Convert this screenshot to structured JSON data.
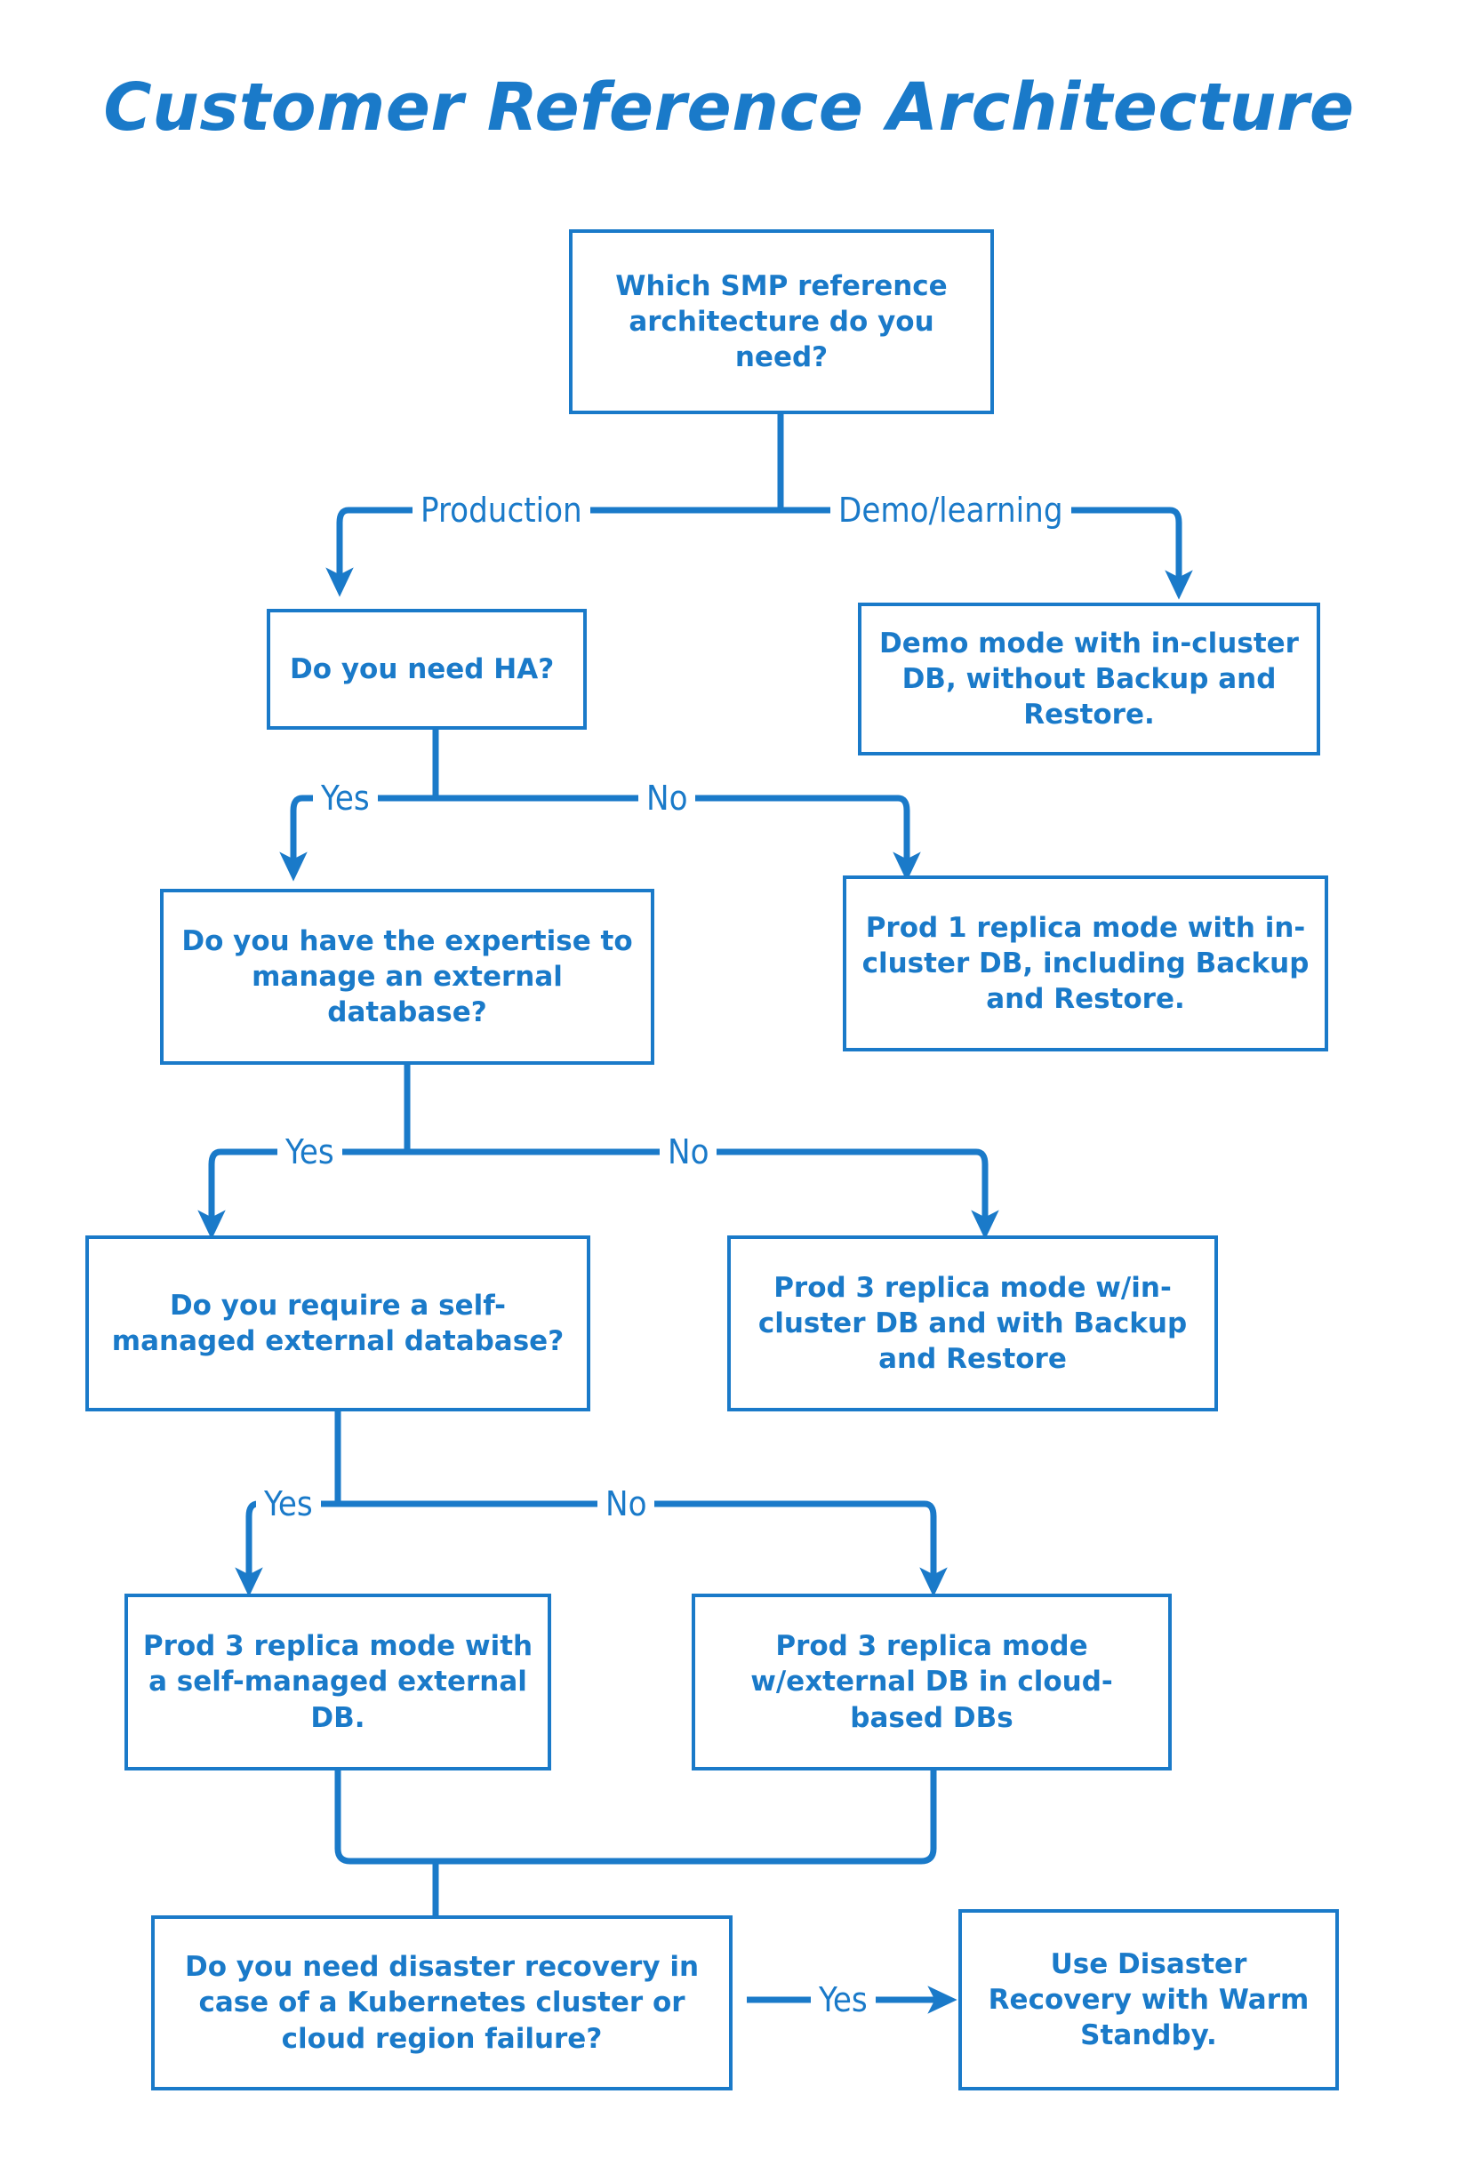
{
  "title": "Customer Reference Architecture",
  "colors": {
    "accent": "#1a7ac9",
    "background": "#ffffff",
    "text": "#1a7ac9"
  },
  "diagram": {
    "type": "flowchart",
    "nodes": [
      {
        "id": "q_root",
        "label": "Which SMP reference architecture do you need?",
        "kind": "decision"
      },
      {
        "id": "q_ha",
        "label": "Do you need HA?",
        "kind": "decision"
      },
      {
        "id": "out_demo",
        "label": "Demo mode with in-cluster DB, without Backup and Restore.",
        "kind": "outcome"
      },
      {
        "id": "q_expertise",
        "label": "Do you have the expertise to manage an external database?",
        "kind": "decision"
      },
      {
        "id": "out_prod1",
        "label": "Prod 1 replica mode with in-cluster DB, including Backup and Restore.",
        "kind": "outcome"
      },
      {
        "id": "q_selfmanaged",
        "label": "Do you require a self-managed external database?",
        "kind": "decision"
      },
      {
        "id": "out_prod3_in",
        "label": "Prod 3 replica mode w/in-cluster DB and with Backup and Restore",
        "kind": "outcome"
      },
      {
        "id": "out_prod3_self",
        "label": "Prod 3 replica mode with a self-managed external DB.",
        "kind": "outcome"
      },
      {
        "id": "out_prod3_cloud",
        "label": "Prod 3 replica mode w/external DB in cloud-based DBs",
        "kind": "outcome"
      },
      {
        "id": "q_dr",
        "label": "Do you need disaster recovery in case of a Kubernetes cluster or cloud region failure?",
        "kind": "decision"
      },
      {
        "id": "out_warm",
        "label": "Use Disaster Recovery with Warm Standby.",
        "kind": "outcome"
      }
    ],
    "edges": [
      {
        "from": "q_root",
        "to": "q_ha",
        "label": "Production"
      },
      {
        "from": "q_root",
        "to": "out_demo",
        "label": "Demo/learning"
      },
      {
        "from": "q_ha",
        "to": "q_expertise",
        "label": "Yes"
      },
      {
        "from": "q_ha",
        "to": "out_prod1",
        "label": "No"
      },
      {
        "from": "q_expertise",
        "to": "q_selfmanaged",
        "label": "Yes"
      },
      {
        "from": "q_expertise",
        "to": "out_prod3_in",
        "label": "No"
      },
      {
        "from": "q_selfmanaged",
        "to": "out_prod3_self",
        "label": "Yes"
      },
      {
        "from": "q_selfmanaged",
        "to": "out_prod3_cloud",
        "label": "No"
      },
      {
        "from": "out_prod3_self",
        "to": "q_dr",
        "label": ""
      },
      {
        "from": "out_prod3_cloud",
        "to": "q_dr",
        "label": ""
      },
      {
        "from": "q_dr",
        "to": "out_warm",
        "label": "Yes"
      }
    ],
    "edge_labels": {
      "production": "Production",
      "demo_learning": "Demo/learning",
      "ha_yes": "Yes",
      "ha_no": "No",
      "expertise_yes": "Yes",
      "expertise_no": "No",
      "selfmanaged_yes": "Yes",
      "selfmanaged_no": "No",
      "dr_yes": "Yes"
    }
  }
}
